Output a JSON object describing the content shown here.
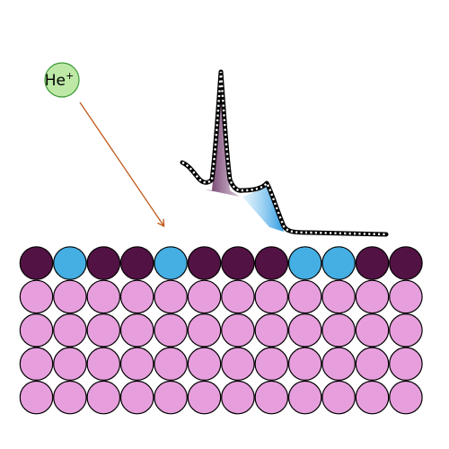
{
  "ion": {
    "label": "He",
    "charge": "+"
  },
  "colors": {
    "ion_fill": "#bde8a6",
    "ion_stroke": "#3d9b35",
    "arrow": "#c0591a",
    "surface_dark": "#531244",
    "surface_light": "#45afe3",
    "bulk": "#e69fdc",
    "peak_dark": "#551f4f",
    "peak_light": "#2f9be2",
    "spectrum_line": "#000000"
  },
  "lattice": {
    "columns": 12,
    "bulk_rows": 4,
    "surface_pattern": [
      "dark",
      "light",
      "dark",
      "dark",
      "light",
      "dark",
      "dark",
      "dark",
      "light",
      "light",
      "dark",
      "dark"
    ]
  }
}
